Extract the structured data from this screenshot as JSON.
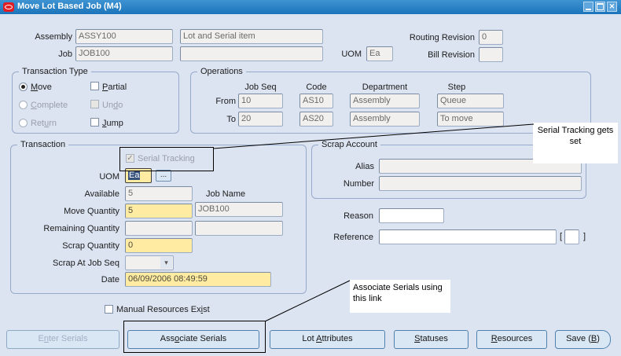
{
  "window": {
    "title": "Move Lot Based Job (M4)"
  },
  "icons": {
    "close": "✕",
    "lov": "...",
    "dropdown_arrow": "▾",
    "check": "✓",
    "bracket_open": "[",
    "bracket_close": "]"
  },
  "colors": {
    "titlebar_blue": "#2380c5",
    "background": "#dce3f1",
    "required_field_yellow": "#ffeca2",
    "button_blue": "#d9e7f5",
    "selection_blue": "#35517c",
    "oracle_red": "#e01e23"
  },
  "header": {
    "assembly_label": "Assembly",
    "assembly_value": "ASSY100",
    "assembly_description": "Lot and Serial item",
    "job_label": "Job",
    "job_value": "JOB100",
    "job_description": "",
    "uom_label": "UOM",
    "uom_value": "Ea",
    "routing_revision_label": "Routing Revision",
    "routing_revision_value": "0",
    "bill_revision_label": "Bill Revision",
    "bill_revision_value": ""
  },
  "transaction_type": {
    "title": "Transaction Type",
    "move_label": "_Move",
    "complete_label": "_Complete",
    "return_label": "Ret_urn",
    "partial_label": "_Partial",
    "undo_label": "Un_do",
    "jump_label": "_Jump",
    "selected_radio": "Move"
  },
  "operations": {
    "title": "Operations",
    "columns": [
      "Job Seq",
      "Code",
      "Department",
      "Step"
    ],
    "from_label": "From",
    "to_label": "To",
    "from": {
      "job_seq": "10",
      "code": "AS10",
      "department": "Assembly",
      "step": "Queue"
    },
    "to": {
      "job_seq": "20",
      "code": "AS20",
      "department": "Assembly",
      "step": "To move"
    }
  },
  "transaction": {
    "title": "Transaction",
    "serial_tracking_label": "Serial Tracking",
    "serial_tracking_checked": true,
    "uom_label": "UOM",
    "uom_value": "Ea",
    "available_label": "Available",
    "available_value": "5",
    "job_name_label": "Job Name",
    "job_name_value": "JOB100",
    "move_quantity_label": "Move Quantity",
    "move_quantity_value": "5",
    "remaining_quantity_label": "Remaining Quantity",
    "remaining_quantity_value": "",
    "remaining_quantity_job_value": "",
    "scrap_quantity_label": "Scrap Quantity",
    "scrap_quantity_value": "0",
    "scrap_at_job_seq_label": "Scrap At Job Seq",
    "scrap_at_job_seq_value": "",
    "date_label": "Date",
    "date_value": "06/09/2006 08:49:59"
  },
  "scrap_account": {
    "title": "Scrap Account",
    "alias_label": "Alias",
    "alias_value": "",
    "number_label": "Number",
    "number_value": ""
  },
  "details": {
    "reason_label": "Reason",
    "reason_value": "",
    "reference_label": "Reference",
    "reference_value": "",
    "bracket_field_value": ""
  },
  "manual_resources": {
    "label": "Manual Resources Ex_ist",
    "checked": false
  },
  "buttons": {
    "enter_serials": "E_nter Serials",
    "associate_serials": "Ass_ociate Serials",
    "lot_attributes": "Lot _Attributes",
    "statuses": "_Statuses",
    "resources": "_Resources",
    "save": "Save (_B)"
  },
  "annotations": {
    "serial_tracking_note": "Serial Tracking gets set",
    "associate_serials_note": "Associate Serials using this link"
  }
}
